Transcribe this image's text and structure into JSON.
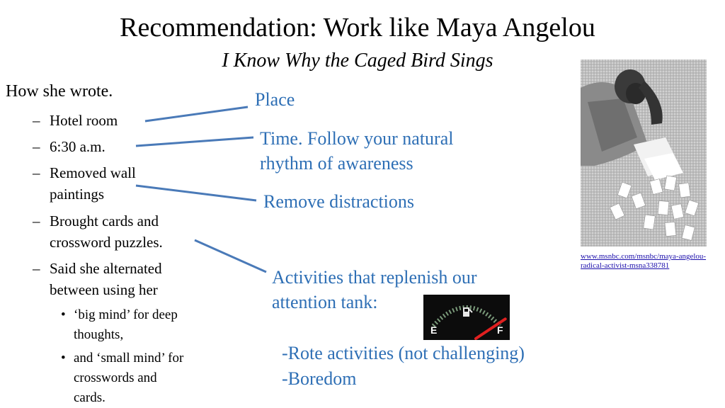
{
  "title": "Recommendation: Work like Maya Angelou",
  "subtitle": "I Know Why the Caged Bird Sings",
  "outline": {
    "heading": "How she wrote.",
    "items": [
      "Hotel room",
      "6:30 a.m.",
      "Removed wall",
      "paintings",
      "Brought cards and",
      "crossword puzzles.",
      "Said she alternated",
      "between using her"
    ],
    "sub_items": [
      "‘big mind’ for deep",
      "thoughts,",
      "and ‘small mind’ for",
      "crosswords and",
      "cards."
    ],
    "dash_glyph": "–",
    "bullet_glyph": "•"
  },
  "callouts": {
    "place": "Place",
    "time_1": "Time.  Follow your natural",
    "time_2": "rhythm of awareness",
    "distractions": "Remove distractions",
    "activities_1": "Activities that replenish our",
    "activities_2": "attention tank:",
    "rote": "-Rote activities (not challenging)",
    "boredom": "-Boredom"
  },
  "gauge": {
    "empty_label": "E",
    "full_label": "F",
    "fuel_level": 0.9
  },
  "photo": {
    "credit_1": "www.msnbc.com/msnbc/maya-angelou-",
    "credit_2": "radical-activist-msna338781"
  },
  "colors": {
    "accent": "#2e6fb5",
    "connector": "#4a7ab8",
    "link": "#1a0dab"
  }
}
